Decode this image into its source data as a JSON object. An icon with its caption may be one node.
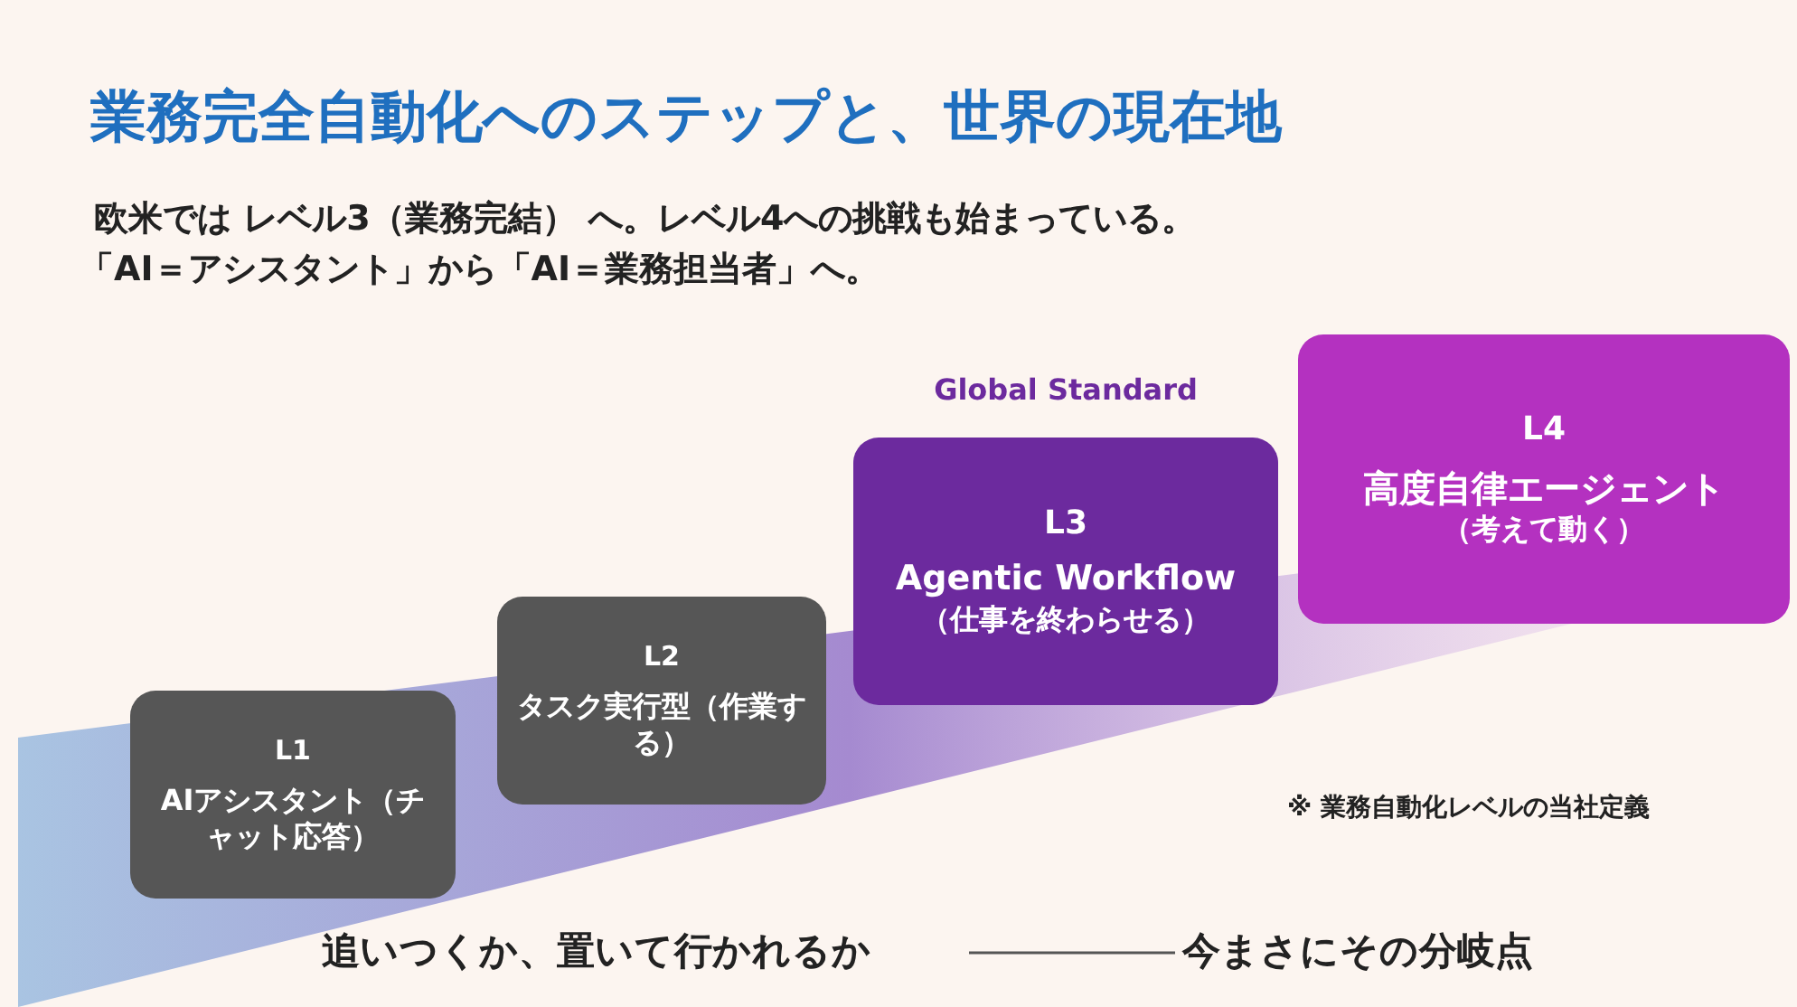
{
  "diagram": {
    "title": "業務完全自動化へのステップと、世界の現在地",
    "nodes": [
      {
        "text": [
          "L1",
          "AIアシスタント（チャット応答）"
        ]
      },
      {
        "text": [
          "L2",
          "タスク実行型（作業する）"
        ]
      },
      {
        "text": [
          "L3",
          "Agentic Workflow",
          "（仕事を終わらせる）"
        ],
        "beside": [
          "Global Standard"
        ]
      },
      {
        "text": [
          "L4",
          "高度自律エージェント",
          "（考えて動く）"
        ]
      }
    ],
    "edges": [],
    "labels": [
      "欧米では レベル3（業務完結） へ。レベル4への挑戦も始まっている。",
      "「AI＝アシスタント」から「AI＝業務担当者」へ。",
      "※ 業務自動化レベルの当社定義",
      "追いつくか、置いて行かれるか",
      "今まさにその分岐点"
    ]
  }
}
